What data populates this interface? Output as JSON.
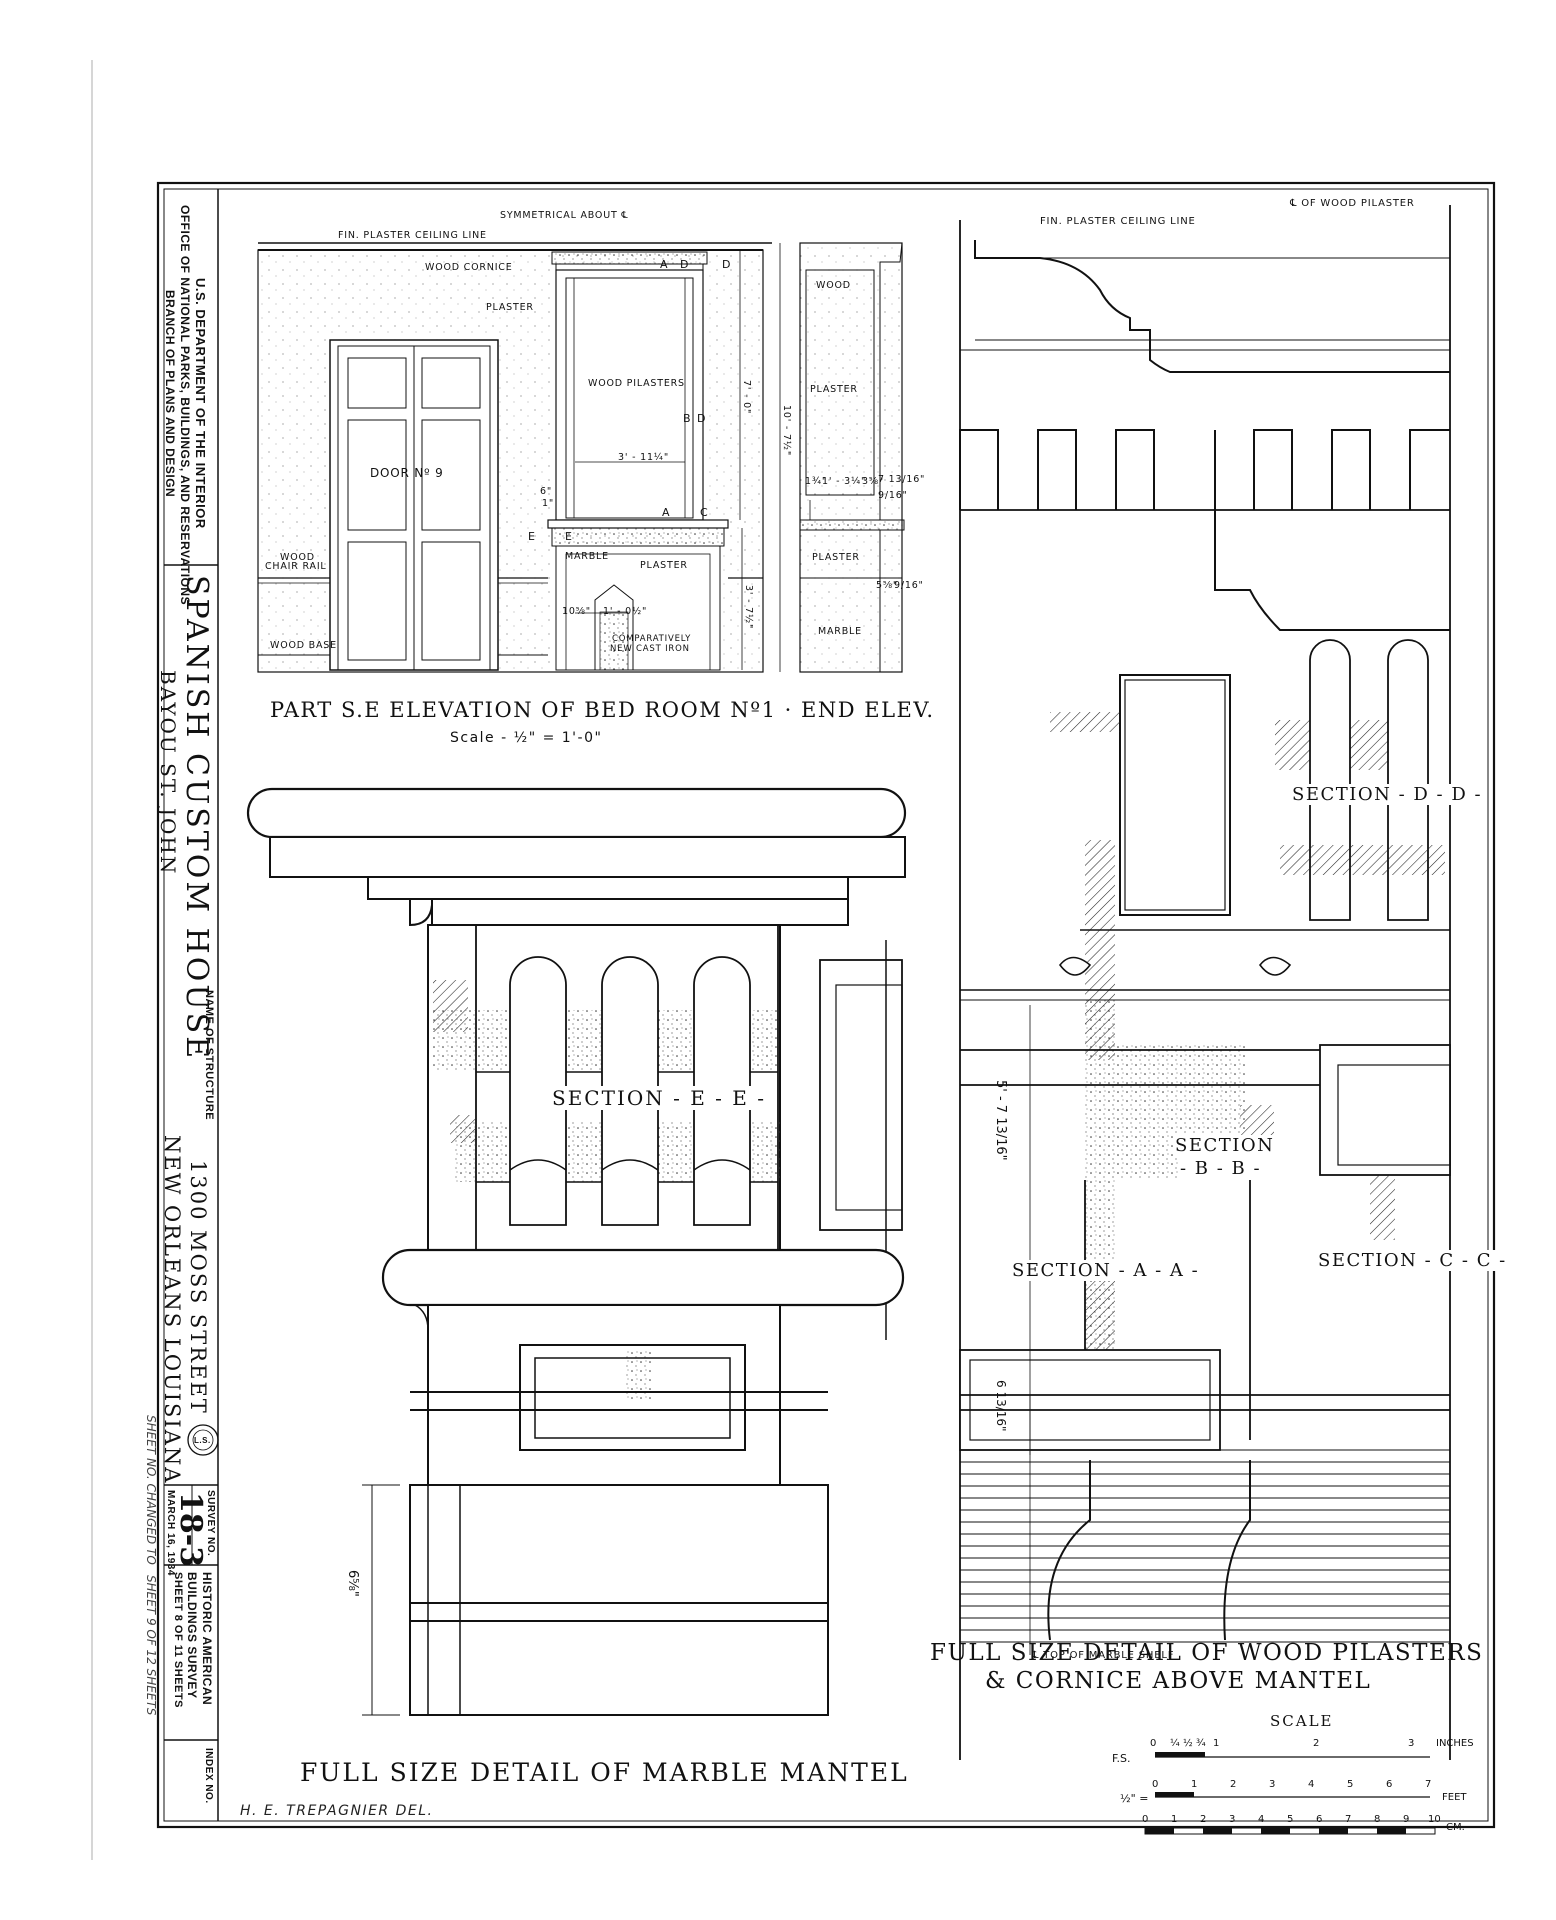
{
  "sidebar": {
    "agency_lines": [
      "U.S. DEPARTMENT OF THE INTERIOR",
      "OFFICE OF NATIONAL PARKS, BUILDINGS, AND RESERVATIONS",
      "BRANCH OF PLANS AND DESIGN"
    ],
    "structure_name": "SPANISH CUSTOM HOUSE",
    "structure_sub": "BAYOU ST. JOHN",
    "name_of_structure_label": "NAME OF STRUCTURE",
    "address_line1": "1300 MOSS STREET",
    "address_line2": "NEW ORLEANS    LOUISIANA",
    "survey_no_label": "SURVEY NO.",
    "survey_no": "18-3",
    "date": "MARCH 16, 1934",
    "habs_lines": [
      "HISTORIC AMERICAN",
      "BUILDINGS SURVEY",
      "SHEET 8 OF 11 SHEETS"
    ],
    "index_label": "INDEX NO.",
    "seal_text": "L.S.",
    "handwritten_note1": "SHEET NO. CHANGED TO",
    "handwritten_note2": "SHEET 9 OF 12 SHEETS"
  },
  "elevation": {
    "caption": "PART S.E ELEVATION OF BED ROOM Nº1  ·  END ELEV.",
    "scale_note": "Scale - ½\" = 1'-0\"",
    "labels": {
      "symmetrical": "SYMMETRICAL ABOUT ℄",
      "ceiling": "FIN. PLASTER CEILING LINE",
      "wood_cornice": "WOOD CORNICE",
      "plaster": "PLASTER",
      "wood_pilasters": "WOOD PILASTERS",
      "door": "DOOR  Nº 9",
      "wood_chair_rail_1": "WOOD",
      "wood_chair_rail_2": "CHAIR RAIL",
      "wood_base": "WOOD BASE",
      "marble": "MARBLE",
      "cast_iron_1": "COMPARATIVELY",
      "cast_iron_2": "NEW CAST IRON",
      "wood": "WOOD",
      "dim_width": "3' - 11¼\"",
      "dim_height": "7' - 0\"",
      "dim_total": "10' - 7½\"",
      "dim_mantel": "3' - 7½\"",
      "dim_opening_w": "10⅝\"",
      "dim_opening_c": "1' - 0½\"",
      "dim_side1": "1¾\"",
      "dim_side2": "1' - 3¼\"",
      "dim_side3": "3⅝\"",
      "dim_side4": "7 13/16\"",
      "dim_side5": "9/16\"",
      "dim_side6": "5⅝\"",
      "dim_side7": "9/16\"",
      "dim_small1": "6\"",
      "dim_small2": "1\"",
      "sec_a": "A",
      "sec_b": "B",
      "sec_c": "C",
      "sec_d": "D",
      "sec_e": "E"
    }
  },
  "mantel_detail": {
    "section_label": "SECTION - E - E -",
    "dim": "6⅝\"",
    "caption": "FULL SIZE DETAIL OF MARBLE MANTEL"
  },
  "pilaster_detail": {
    "ceiling": "FIN. PLASTER CEILING LINE",
    "centerline": "℄ OF WOOD PILASTER",
    "section_dd": "SECTION - D - D -",
    "section_bb_1": "SECTION",
    "section_bb_2": "- B - B -",
    "section_aa": "SECTION - A - A -",
    "section_cc": "SECTION - C - C -",
    "dim_main": "5' - 7 13/16\"",
    "dim_small": "6 13/16\"",
    "shelf": "℄ TOP OF MARBLE SHELF",
    "caption_line1": "FULL SIZE DETAIL OF WOOD PILASTERS",
    "caption_line2": "& CORNICE ABOVE MANTEL"
  },
  "scale_bar": {
    "title": "SCALE",
    "row1_label": "F.S.",
    "row1_ticks": [
      "0",
      "¼",
      "½",
      "¾",
      "1",
      "2",
      "3"
    ],
    "row1_unit": "INCHES",
    "row2_label": "½\" =",
    "row2_ticks": [
      "0",
      "1",
      "2",
      "3",
      "4",
      "5",
      "6",
      "7"
    ],
    "row2_unit": "FEET",
    "row3_ticks": [
      "0",
      "1",
      "2",
      "3",
      "4",
      "5",
      "6",
      "7",
      "8",
      "9",
      "10"
    ],
    "row3_unit": "CM."
  },
  "delineator": "H. E. TREPAGNIER  DEL."
}
